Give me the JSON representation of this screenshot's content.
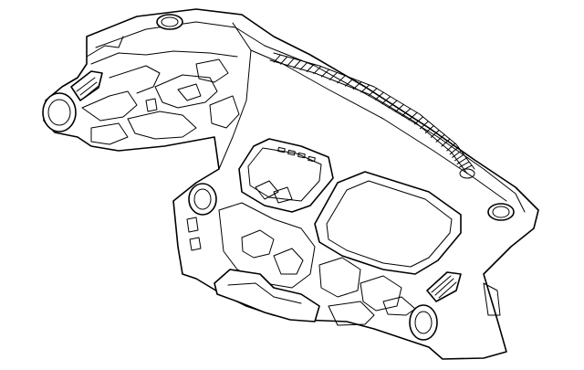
{
  "diagram": {
    "subject": "instrument-panel-assembly",
    "style": "line-art",
    "colors": {
      "stroke": "#000000",
      "background": "#ffffff"
    },
    "parts": [
      {
        "name": "dashboard-top-shell"
      },
      {
        "name": "left-air-vent"
      },
      {
        "name": "left-round-outlet"
      },
      {
        "name": "right-speaker-grille"
      },
      {
        "name": "left-speaker-grille"
      },
      {
        "name": "windshield-defroster-vent"
      },
      {
        "name": "center-display-housing"
      },
      {
        "name": "center-console-opening"
      },
      {
        "name": "glovebox-recess"
      },
      {
        "name": "right-air-vent"
      },
      {
        "name": "right-round-outlet"
      },
      {
        "name": "left-knee-round-outlet"
      },
      {
        "name": "lower-support-bracket"
      },
      {
        "name": "internal-frame-structure"
      }
    ]
  }
}
